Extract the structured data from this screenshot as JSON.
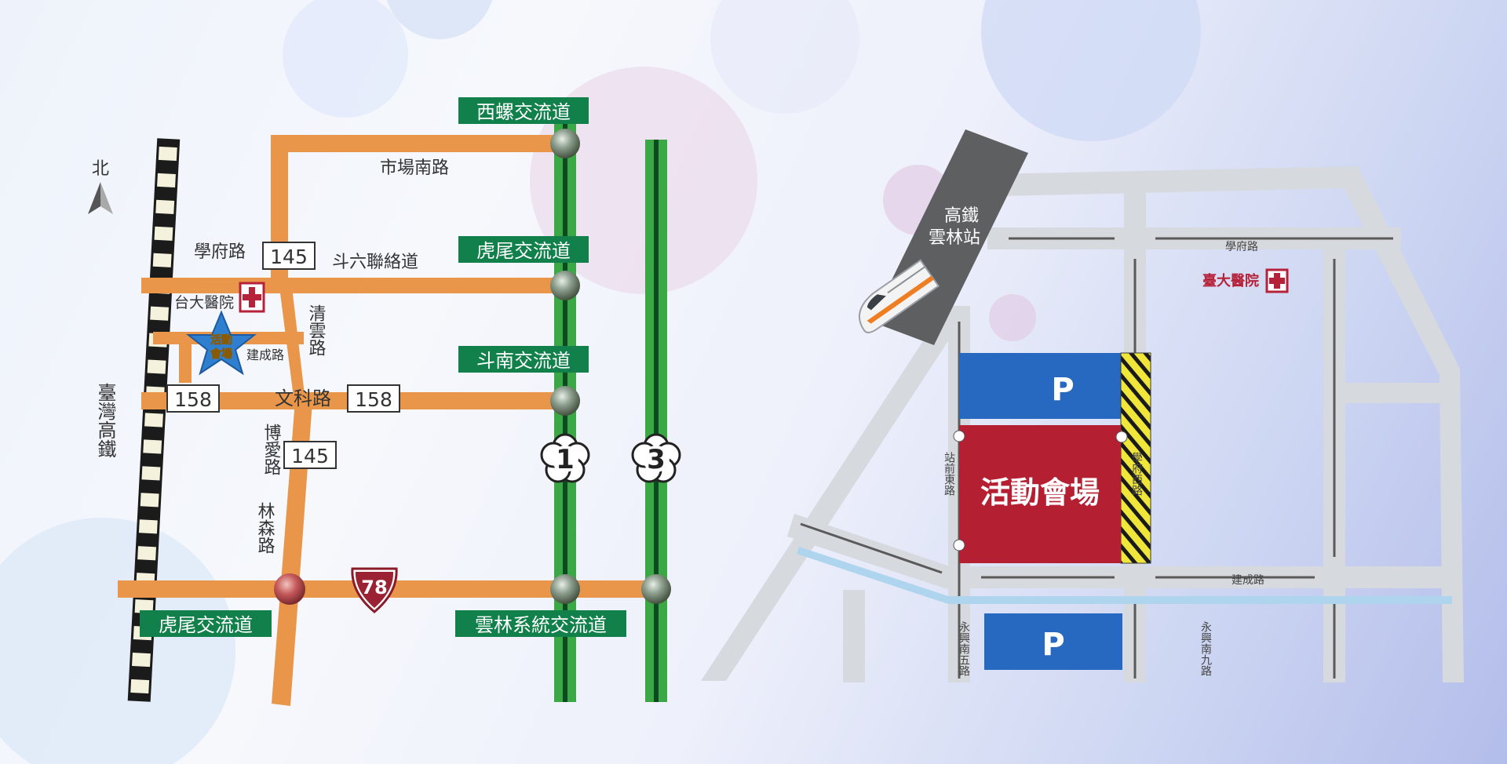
{
  "compass": {
    "north": "北"
  },
  "left_map": {
    "roads": {
      "shichang_south": "市場南路",
      "xuefu": "學府路",
      "douliu_link": "斗六聯絡道",
      "qingyun": "清雲路",
      "jiancheng": "建成路",
      "wenke": "文科路",
      "boai": "博愛路",
      "linsen": "林森路",
      "hsr": "臺灣高鐵"
    },
    "route_boxes": {
      "r145_top": "145",
      "r158_left": "158",
      "r158_right": "158",
      "r145_mid": "145"
    },
    "interchanges": {
      "xiluo": "西螺交流道",
      "huwei_top": "虎尾交流道",
      "dounan": "斗南交流道",
      "huwei_bottom": "虎尾交流道",
      "yunlin_system": "雲林系統交流道"
    },
    "freeways": {
      "f1": "1",
      "f3": "3"
    },
    "provincial_78": "78",
    "hospital": "台大醫院",
    "venue_star": "活動會場"
  },
  "right_map": {
    "station": "高鐵雲林站",
    "station_lines": [
      "高鐵",
      "雲林站"
    ],
    "roads": {
      "xuefu": "學府路",
      "jiancheng": "建成路",
      "zhanqian_east": "站前東路",
      "xuefu_west": "學府西路",
      "yongxing_s5": "永興南五路",
      "yongxing_s9": "永興南九路"
    },
    "hospital": "臺大醫院",
    "parking_top": "P",
    "parking_bottom": "P",
    "venue": "活動會場"
  },
  "colors": {
    "orange_road": "#e9964b",
    "freeway_green": "#3aa845",
    "sign_green": "#11804a",
    "venue_red": "#b51f32",
    "parking_blue": "#2769c0",
    "gray_road": "#d6dadf",
    "hospital_red": "#b5223a",
    "star_blue": "#2f7fd0"
  }
}
